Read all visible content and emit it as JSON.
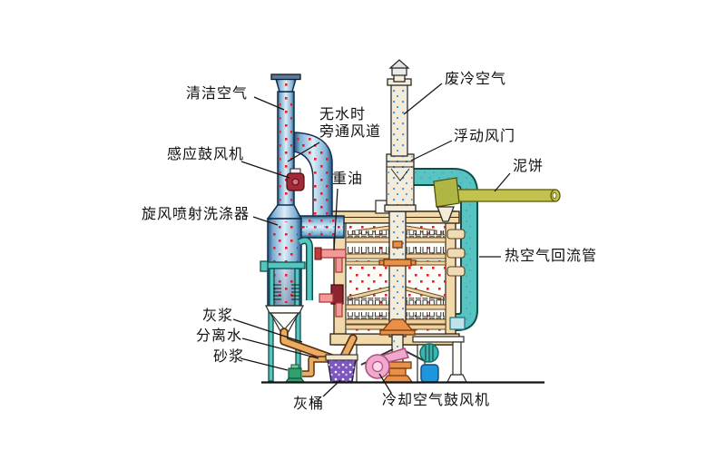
{
  "figure": {
    "description": "Cutaway schematic of a multiple-hearth sludge incinerator with cyclone jet scrubber",
    "background": "#ffffff"
  },
  "palette": {
    "bg": "#ffffff",
    "dot-red": "#e62020",
    "dot-blue": "#4aa0e8",
    "wall-tan": "#f2d9ab",
    "wall-line": "#3a2a18",
    "cream": "#f4ecd8",
    "pipe-teal": "#57c4c0",
    "olive": "#c2c24e",
    "oil-pink": "#f49898",
    "pink-blower": "#f2a8cc",
    "maroon": "#a42a38",
    "bucket-purple": "#7a58c0",
    "valve-green": "#2fa06e",
    "tank-blue": "#1e96dc",
    "motor-teal": "#35b6ae"
  },
  "labels": [
    {
      "id": "clean-air",
      "text": "清洁空气"
    },
    {
      "id": "induced-draft-fan",
      "text": "感应鼓风机"
    },
    {
      "id": "cyclone-jet-scrubber",
      "text": "旋风喷射洗涤器"
    },
    {
      "id": "no-water-bypass-duct",
      "text": "无水时\n旁通风道"
    },
    {
      "id": "waste-cold-air",
      "text": "废冷空气"
    },
    {
      "id": "floating-damper",
      "text": "浮动风门"
    },
    {
      "id": "mud-cake",
      "text": "泥饼"
    },
    {
      "id": "heavy-oil",
      "text": "重油"
    },
    {
      "id": "hot-air-return-pipe",
      "text": "热空气回流管"
    },
    {
      "id": "ash-slurry",
      "text": "灰浆"
    },
    {
      "id": "separated-water",
      "text": "分离水"
    },
    {
      "id": "sand-slurry",
      "text": "砂浆"
    },
    {
      "id": "ash-bucket",
      "text": "灰桶"
    },
    {
      "id": "cooling-air-blower",
      "text": "冷却空气鼓风机"
    }
  ]
}
